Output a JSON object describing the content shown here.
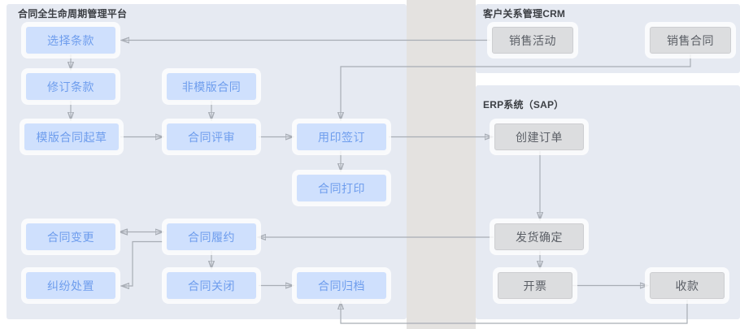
{
  "lanes": [
    {
      "id": "clm",
      "title": "合同全生命周期管理平台",
      "style": "blue"
    },
    {
      "id": "crm",
      "title": "客户关系管理CRM",
      "style": "blue"
    },
    {
      "id": "erp",
      "title": "ERP系统（SAP）",
      "style": "blue"
    }
  ],
  "nodes": {
    "select_terms": {
      "label": "选择条款",
      "style": "blue"
    },
    "revise_terms": {
      "label": "修订条款",
      "style": "blue"
    },
    "non_template": {
      "label": "非模版合同",
      "style": "blue"
    },
    "template_draft": {
      "label": "模版合同起草",
      "style": "blue"
    },
    "contract_review": {
      "label": "合同评审",
      "style": "blue"
    },
    "seal_sign": {
      "label": "用印签订",
      "style": "blue"
    },
    "contract_print": {
      "label": "合同打印",
      "style": "blue"
    },
    "contract_change": {
      "label": "合同变更",
      "style": "blue"
    },
    "contract_perform": {
      "label": "合同履约",
      "style": "blue"
    },
    "dispute_handling": {
      "label": "纠纷处置",
      "style": "blue"
    },
    "contract_close": {
      "label": "合同关闭",
      "style": "blue"
    },
    "contract_archive": {
      "label": "合同归档",
      "style": "blue"
    },
    "sales_activity": {
      "label": "销售活动",
      "style": "gray"
    },
    "sales_contract": {
      "label": "销售合同",
      "style": "gray"
    },
    "create_order": {
      "label": "创建订单",
      "style": "gray"
    },
    "delivery_confirm": {
      "label": "发货确定",
      "style": "gray"
    },
    "invoice": {
      "label": "开票",
      "style": "gray"
    },
    "payment": {
      "label": "收款",
      "style": "gray"
    }
  },
  "edges": [
    {
      "from": "sales_activity",
      "to": "select_terms",
      "kind": "arrow-left"
    },
    {
      "from": "select_terms",
      "to": "revise_terms",
      "kind": "arrow-down"
    },
    {
      "from": "revise_terms",
      "to": "template_draft",
      "kind": "arrow-down"
    },
    {
      "from": "non_template",
      "to": "contract_review",
      "kind": "arrow-down"
    },
    {
      "from": "template_draft",
      "to": "contract_review",
      "kind": "arrow-right"
    },
    {
      "from": "contract_review",
      "to": "seal_sign",
      "kind": "arrow-right"
    },
    {
      "from": "sales_contract",
      "to": "seal_sign",
      "kind": "elbow-down"
    },
    {
      "from": "seal_sign",
      "to": "contract_print",
      "kind": "arrow-down"
    },
    {
      "from": "seal_sign",
      "to": "create_order",
      "kind": "arrow-right"
    },
    {
      "from": "create_order",
      "to": "delivery_confirm",
      "kind": "arrow-down"
    },
    {
      "from": "delivery_confirm",
      "to": "contract_perform",
      "kind": "arrow-left"
    },
    {
      "from": "delivery_confirm",
      "to": "invoice",
      "kind": "arrow-down"
    },
    {
      "from": "invoice",
      "to": "payment",
      "kind": "arrow-right"
    },
    {
      "from": "payment",
      "to": "contract_archive",
      "kind": "elbow-up"
    },
    {
      "from": "contract_change",
      "to": "contract_perform",
      "kind": "arrow-both"
    },
    {
      "from": "contract_perform",
      "to": "dispute_handling",
      "kind": "elbow-left"
    },
    {
      "from": "contract_perform",
      "to": "contract_close",
      "kind": "arrow-down"
    },
    {
      "from": "contract_close",
      "to": "contract_archive",
      "kind": "arrow-right"
    }
  ],
  "colors": {
    "node_blue_fill": "#cfe0fd",
    "node_blue_text": "#6e9ded",
    "node_gray_fill": "#dcdddf",
    "node_gray_text": "#5b5f66",
    "lane_blue_bg": "#e6eaf2",
    "lane_band_bg": "#e4e2e0",
    "connector": "#a8adb5"
  }
}
